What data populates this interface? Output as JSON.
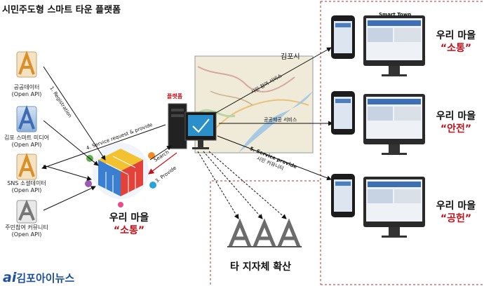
{
  "title": "시민주도형 스마트 타운 플랫폼",
  "sources": [
    {
      "name": "공공데이터",
      "type": "(Open API)"
    },
    {
      "name": "김포 스마트 미디어",
      "type": "(Open API)"
    },
    {
      "name": "SNS 소셜데이터",
      "type": "(Open API)"
    },
    {
      "name": "주민참여 커뮤니티",
      "type": "(Open API)"
    }
  ],
  "arrows": {
    "registration": "1. Registration",
    "service_request": "4. Service request & provide",
    "search": "Search",
    "provide": "3. Provide",
    "service_provide": "5. Service provide",
    "community": "시민 커뮤니티",
    "civic_participation": "시민 참여 서비스",
    "public_service": "공공제공 서비스"
  },
  "platform_label": "플랫폼",
  "map_label": "김포시",
  "smart_town_label": "Smart Town",
  "hub": {
    "line1": "우리 마을",
    "line2": "“소통”"
  },
  "targets": [
    {
      "line1": "우리 마을",
      "line2": "“소통”"
    },
    {
      "line1": "우리 마을",
      "line2": "“안전”"
    },
    {
      "line1": "우리 마을",
      "line2": "“공헌”"
    }
  ],
  "expansion_label": "타 지자체 확산",
  "logo": {
    "mark": "ai",
    "text": "김포아이뉴스"
  },
  "colors": {
    "red": "#c0121a",
    "blue": "#1d4fa0",
    "divider": "#c62828"
  }
}
